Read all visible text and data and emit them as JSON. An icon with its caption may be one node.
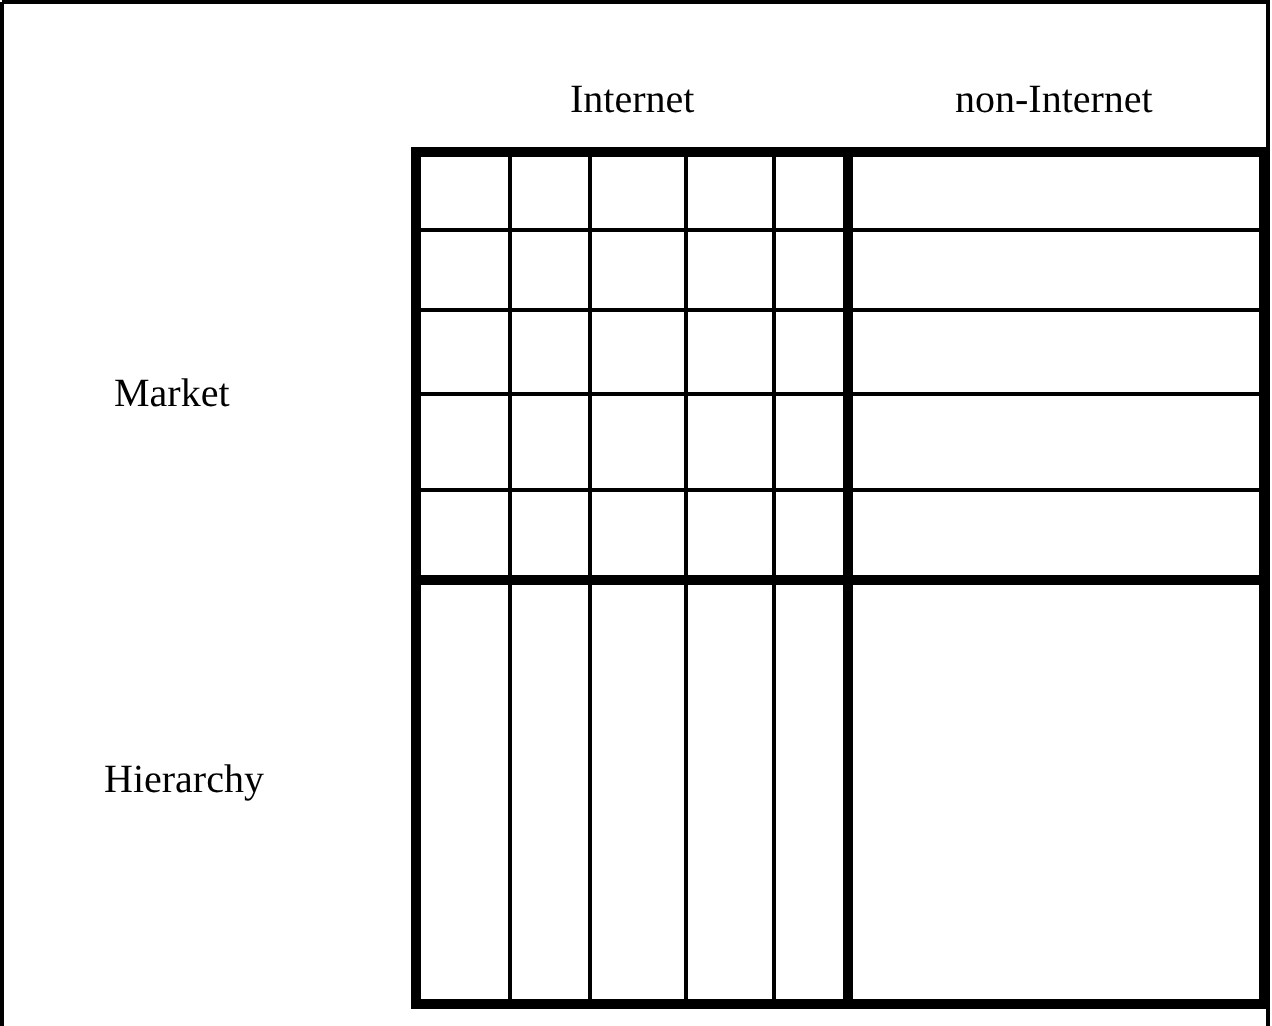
{
  "diagram": {
    "labels": [
      "Internet",
      "non-Internet",
      "Market",
      "Hierarchy"
    ]
  }
}
